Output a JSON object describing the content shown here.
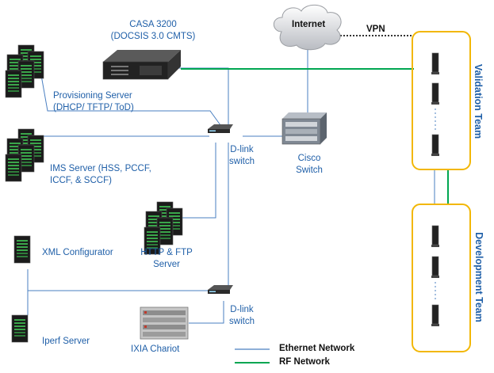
{
  "nodes": {
    "casa": {
      "label": "CASA 3200",
      "sublabel": "(DOCSIS 3.0 CMTS)"
    },
    "internet": {
      "label": "Internet"
    },
    "vpn": {
      "label": "VPN"
    },
    "provisioning": {
      "label": "Provisioning Server",
      "sublabel": "(DHCP/ TFTP/ ToD)"
    },
    "dlink_top": {
      "label": "D-link",
      "sublabel": "switch"
    },
    "cisco": {
      "label": "Cisco",
      "sublabel": "Switch"
    },
    "ims": {
      "label": "IMS Server (HSS, PCCF,",
      "sublabel": "ICCF, & SCCF)"
    },
    "http_ftp": {
      "label": "HTTP & FTP",
      "sublabel": "Server"
    },
    "xml": {
      "label": "XML Configurator"
    },
    "dlink_bottom": {
      "label": "D-link",
      "sublabel": "switch"
    },
    "iperf": {
      "label": "Iperf Server"
    },
    "ixia": {
      "label": "IXIA Chariot"
    }
  },
  "groups": {
    "validation": {
      "label": "Validation Team"
    },
    "development": {
      "label": "Development Team"
    }
  },
  "legend": {
    "ethernet": {
      "label": "Ethernet Network",
      "color": "#4a7fc1"
    },
    "rf": {
      "label": "RF Network",
      "color": "#00a651"
    }
  },
  "colors": {
    "label_text": "#1f5fa8",
    "team_border": "#f2b705",
    "vpn_line": "#333333"
  }
}
